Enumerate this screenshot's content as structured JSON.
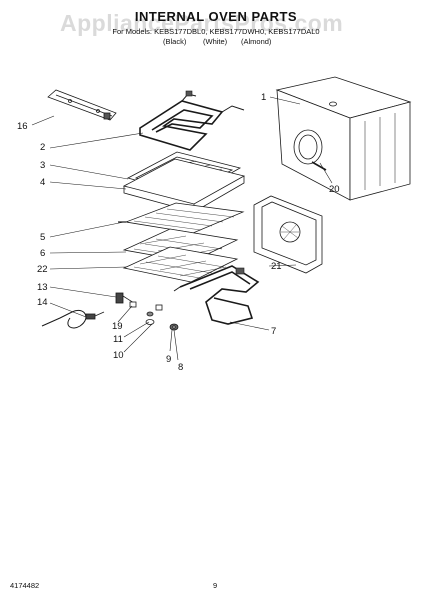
{
  "header": {
    "title": "INTERNAL OVEN PARTS",
    "models_line": "For Models: KEBS177DBL0, KEBS177DWH0, KEBS177DAL0",
    "colors": [
      "(Black)",
      "(White)",
      "(Almond)"
    ]
  },
  "watermark": "AppliancePartsPros.com",
  "callouts": [
    "1",
    "2",
    "3",
    "4",
    "5",
    "6",
    "7",
    "8",
    "9",
    "10",
    "11",
    "13",
    "14",
    "16",
    "19",
    "20",
    "21",
    "22"
  ],
  "footer": {
    "doc_number": "4174482",
    "page_number": "9"
  },
  "colors": {
    "ink": "#1a1a1a",
    "watermark": "#969696"
  }
}
